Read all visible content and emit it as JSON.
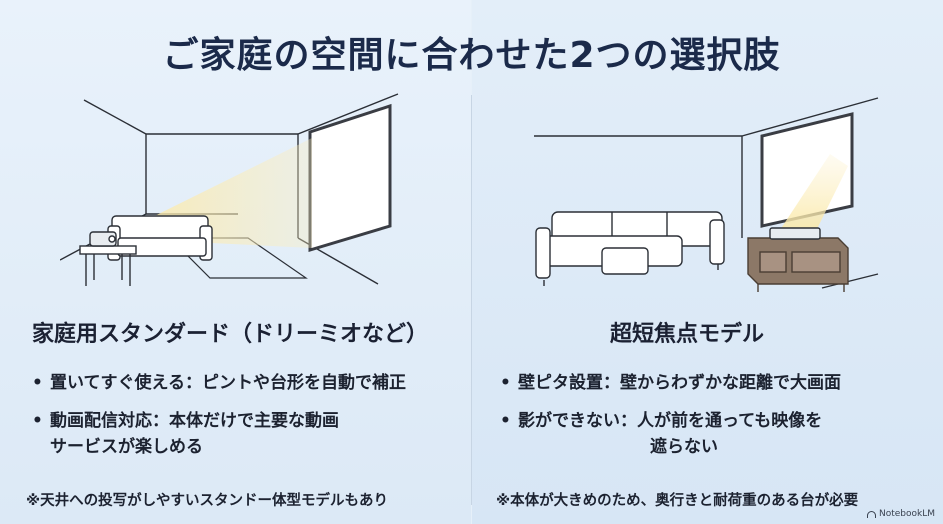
{
  "title": "ご家庭の空間に合わせた2つの選択肢",
  "left": {
    "heading": "家庭用スタンダード（ドリーミオなど）",
    "bullets": [
      {
        "line1": "置いてすぐ使える：ピントや台形を自動で補正",
        "line2": ""
      },
      {
        "line1": "動画配信対応：本体だけで主要な動画",
        "line2": "サービスが楽しめる"
      }
    ],
    "note": "※天井への投写がしやすいスタンドー体型モデルもあり"
  },
  "right": {
    "heading": "超短焦点モデル",
    "bullets": [
      {
        "line1": "壁ピタ設置：壁からわずかな距離で大画面",
        "line2": ""
      },
      {
        "line1": "影ができない：人が前を通っても映像を",
        "line2": "遮らない"
      }
    ],
    "note": "※本体が大きめのため、奥行きと耐荷重のある台が必要"
  },
  "watermark": "NotebookLM",
  "colors": {
    "title": "#1b2a4a",
    "line_art": "#2b2f36",
    "light_beam": "#f8e6a6",
    "tv_stand": "#8c7867"
  }
}
